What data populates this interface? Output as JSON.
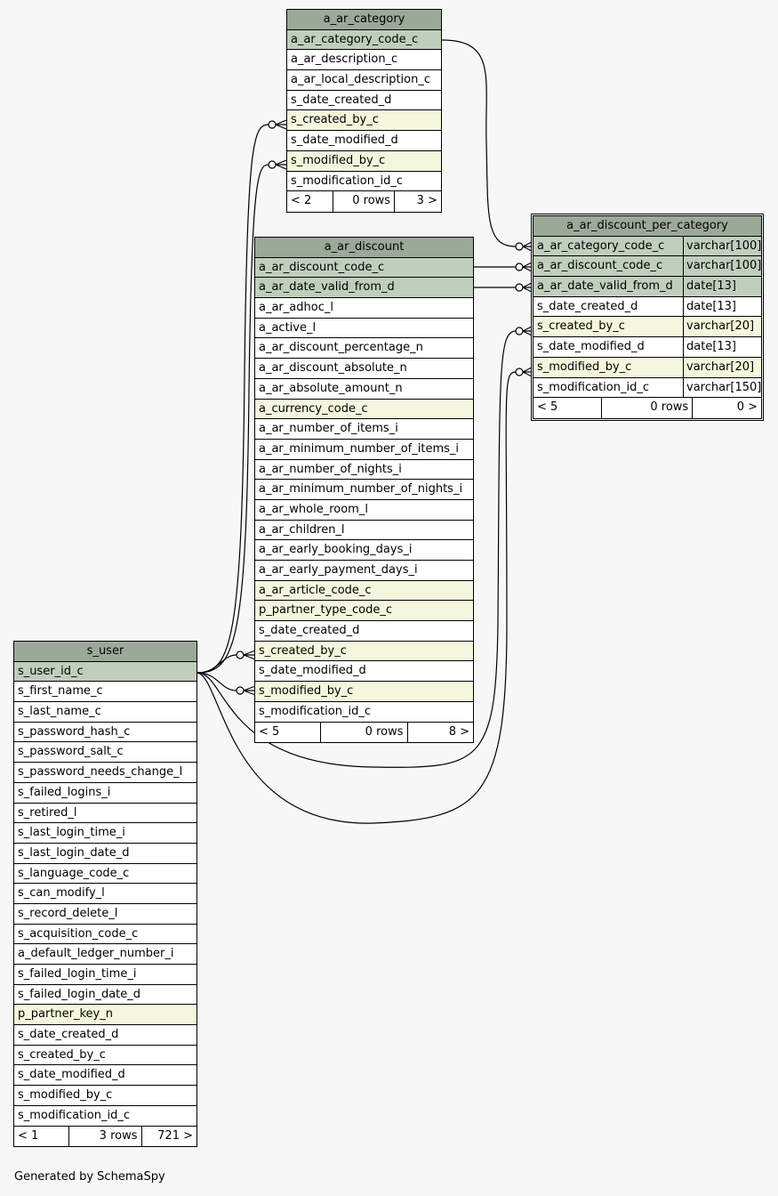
{
  "tables": {
    "a_ar_category": {
      "title": "a_ar_category",
      "rows": [
        {
          "name": "a_ar_category_code_c",
          "kind": "pk"
        },
        {
          "name": "a_ar_description_c",
          "kind": "plain"
        },
        {
          "name": "a_ar_local_description_c",
          "kind": "plain"
        },
        {
          "name": "s_date_created_d",
          "kind": "plain"
        },
        {
          "name": "s_created_by_c",
          "kind": "fk"
        },
        {
          "name": "s_date_modified_d",
          "kind": "plain"
        },
        {
          "name": "s_modified_by_c",
          "kind": "fk"
        },
        {
          "name": "s_modification_id_c",
          "kind": "plain"
        }
      ],
      "footer": {
        "parents": "< 2",
        "rows": "0 rows",
        "children": "3 >"
      }
    },
    "a_ar_discount": {
      "title": "a_ar_discount",
      "rows": [
        {
          "name": "a_ar_discount_code_c",
          "kind": "pk"
        },
        {
          "name": "a_ar_date_valid_from_d",
          "kind": "pk"
        },
        {
          "name": "a_ar_adhoc_l",
          "kind": "plain"
        },
        {
          "name": "a_active_l",
          "kind": "plain"
        },
        {
          "name": "a_ar_discount_percentage_n",
          "kind": "plain"
        },
        {
          "name": "a_ar_discount_absolute_n",
          "kind": "plain"
        },
        {
          "name": "a_ar_absolute_amount_n",
          "kind": "plain"
        },
        {
          "name": "a_currency_code_c",
          "kind": "fk"
        },
        {
          "name": "a_ar_number_of_items_i",
          "kind": "plain"
        },
        {
          "name": "a_ar_minimum_number_of_items_i",
          "kind": "plain"
        },
        {
          "name": "a_ar_number_of_nights_i",
          "kind": "plain"
        },
        {
          "name": "a_ar_minimum_number_of_nights_i",
          "kind": "plain"
        },
        {
          "name": "a_ar_whole_room_l",
          "kind": "plain"
        },
        {
          "name": "a_ar_children_l",
          "kind": "plain"
        },
        {
          "name": "a_ar_early_booking_days_i",
          "kind": "plain"
        },
        {
          "name": "a_ar_early_payment_days_i",
          "kind": "plain"
        },
        {
          "name": "a_ar_article_code_c",
          "kind": "fk"
        },
        {
          "name": "p_partner_type_code_c",
          "kind": "fk"
        },
        {
          "name": "s_date_created_d",
          "kind": "plain"
        },
        {
          "name": "s_created_by_c",
          "kind": "fk"
        },
        {
          "name": "s_date_modified_d",
          "kind": "plain"
        },
        {
          "name": "s_modified_by_c",
          "kind": "fk"
        },
        {
          "name": "s_modification_id_c",
          "kind": "plain"
        }
      ],
      "footer": {
        "parents": "< 5",
        "rows": "0 rows",
        "children": "8 >"
      }
    },
    "a_ar_discount_per_category": {
      "title": "a_ar_discount_per_category",
      "rows": [
        {
          "name": "a_ar_category_code_c",
          "type": "varchar[100]",
          "kind": "pk"
        },
        {
          "name": "a_ar_discount_code_c",
          "type": "varchar[100]",
          "kind": "pk"
        },
        {
          "name": "a_ar_date_valid_from_d",
          "type": "date[13]",
          "kind": "pk"
        },
        {
          "name": "s_date_created_d",
          "type": "date[13]",
          "kind": "plain"
        },
        {
          "name": "s_created_by_c",
          "type": "varchar[20]",
          "kind": "fk"
        },
        {
          "name": "s_date_modified_d",
          "type": "date[13]",
          "kind": "plain"
        },
        {
          "name": "s_modified_by_c",
          "type": "varchar[20]",
          "kind": "fk"
        },
        {
          "name": "s_modification_id_c",
          "type": "varchar[150]",
          "kind": "plain"
        }
      ],
      "footer": {
        "parents": "< 5",
        "rows": "0 rows",
        "children": "0 >"
      }
    },
    "s_user": {
      "title": "s_user",
      "rows": [
        {
          "name": "s_user_id_c",
          "kind": "pk"
        },
        {
          "name": "s_first_name_c",
          "kind": "plain"
        },
        {
          "name": "s_last_name_c",
          "kind": "plain"
        },
        {
          "name": "s_password_hash_c",
          "kind": "plain"
        },
        {
          "name": "s_password_salt_c",
          "kind": "plain"
        },
        {
          "name": "s_password_needs_change_l",
          "kind": "plain"
        },
        {
          "name": "s_failed_logins_i",
          "kind": "plain"
        },
        {
          "name": "s_retired_l",
          "kind": "plain"
        },
        {
          "name": "s_last_login_time_i",
          "kind": "plain"
        },
        {
          "name": "s_last_login_date_d",
          "kind": "plain"
        },
        {
          "name": "s_language_code_c",
          "kind": "plain"
        },
        {
          "name": "s_can_modify_l",
          "kind": "plain"
        },
        {
          "name": "s_record_delete_l",
          "kind": "plain"
        },
        {
          "name": "s_acquisition_code_c",
          "kind": "plain"
        },
        {
          "name": "a_default_ledger_number_i",
          "kind": "plain"
        },
        {
          "name": "s_failed_login_time_i",
          "kind": "plain"
        },
        {
          "name": "s_failed_login_date_d",
          "kind": "plain"
        },
        {
          "name": "p_partner_key_n",
          "kind": "fk"
        },
        {
          "name": "s_date_created_d",
          "kind": "plain"
        },
        {
          "name": "s_created_by_c",
          "kind": "plain"
        },
        {
          "name": "s_date_modified_d",
          "kind": "plain"
        },
        {
          "name": "s_modified_by_c",
          "kind": "plain"
        },
        {
          "name": "s_modification_id_c",
          "kind": "plain"
        }
      ],
      "footer": {
        "parents": "< 1",
        "rows": "3 rows",
        "children": "721 >"
      }
    }
  },
  "colors": {
    "header": "#9baa98",
    "primary_key": "#bfcfbc",
    "foreign_key": "#f4f7dd",
    "background": "#f7f7f7"
  },
  "footer_text": "Generated by SchemaSpy"
}
